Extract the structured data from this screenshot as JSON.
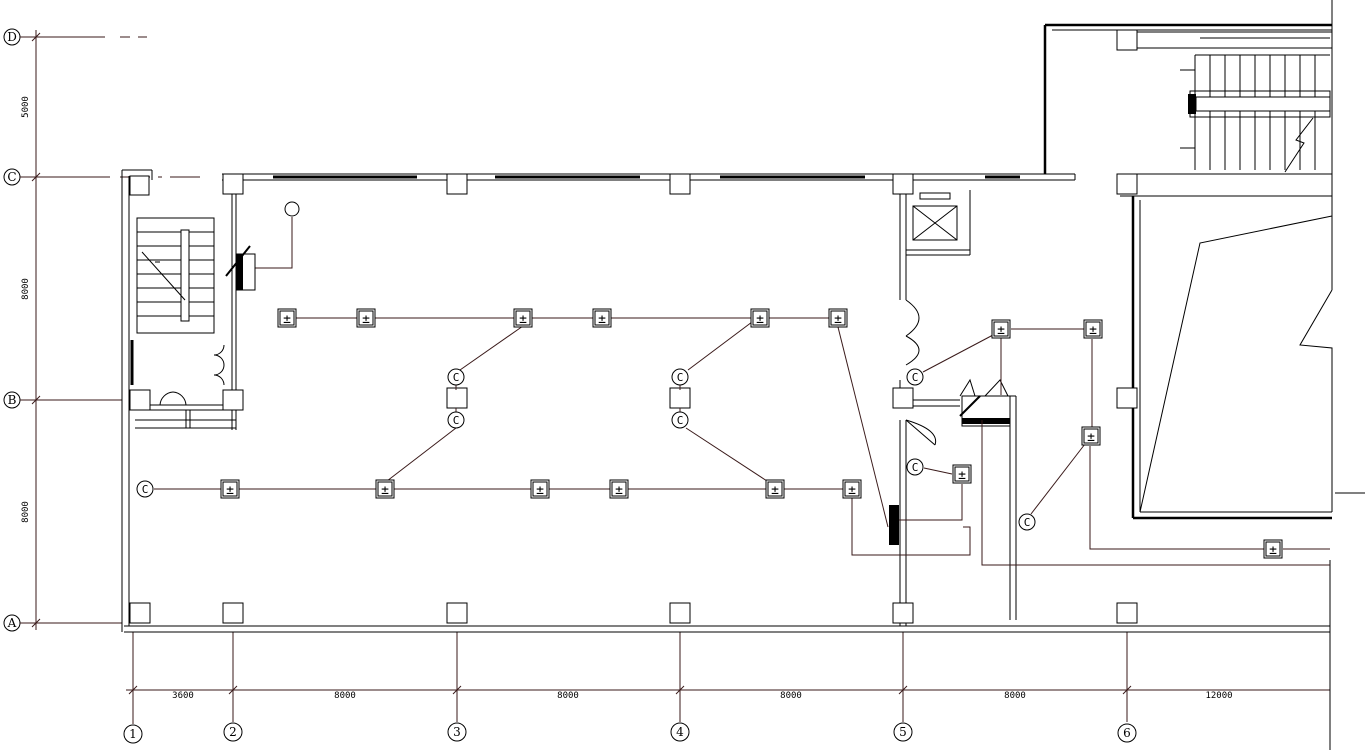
{
  "grid_axes": {
    "rows": [
      "D",
      "C",
      "B",
      "A"
    ],
    "columns": [
      "1",
      "2",
      "3",
      "4",
      "5",
      "6"
    ]
  },
  "dimensions": {
    "horizontal": [
      "3600",
      "8000",
      "8000",
      "8000",
      "8000",
      "12000"
    ],
    "vertical": [
      "5000",
      "8000",
      "8000"
    ]
  },
  "symbols": {
    "outlet_glyph": "±",
    "circle_glyph": "C"
  },
  "colors": {
    "wall": "#000000",
    "wire": "#3a1a1a",
    "fill": "#000000"
  }
}
